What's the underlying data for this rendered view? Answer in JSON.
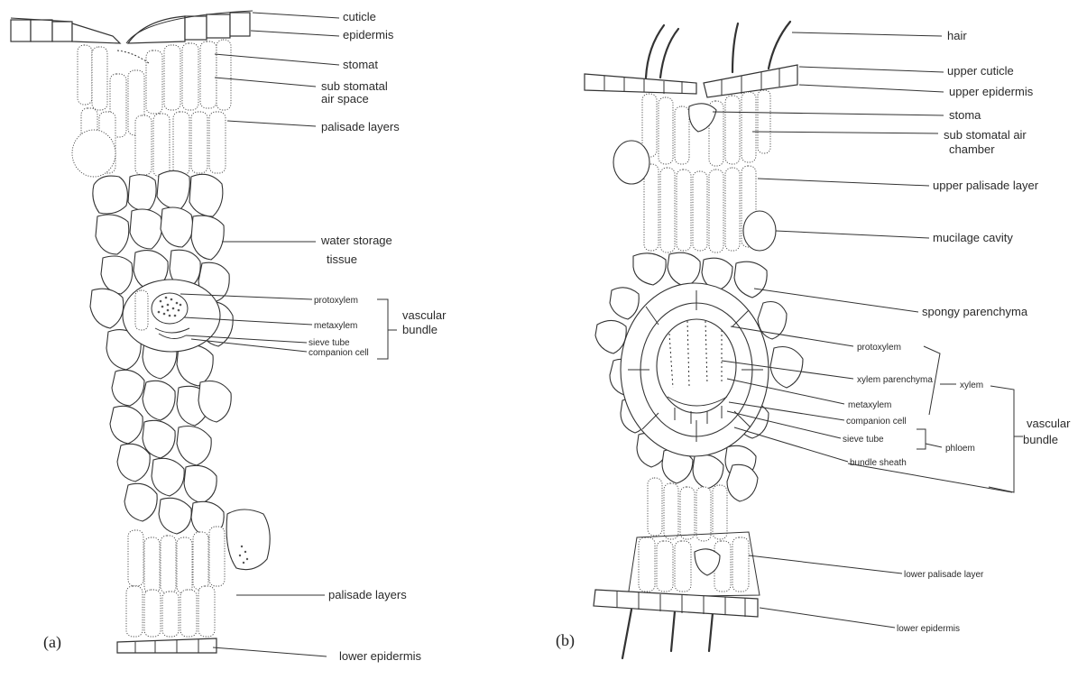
{
  "panels": [
    {
      "id": "a",
      "letter": "(a)",
      "labels": {
        "cuticle": "cuticle",
        "epidermis": "epidermis",
        "stomat": "stomat",
        "sub_stomatal_1": "sub stomatal",
        "sub_stomatal_2": "air space",
        "palisade_upper": "palisade layers",
        "water_storage_1": "water storage",
        "water_storage_2": "tissue",
        "protoxylem": "protoxylem",
        "metaxylem": "metaxylem",
        "sieve_tube": "sieve tube",
        "companion_cell": "companion cell",
        "vascular_1": "vascular",
        "vascular_2": "bundle",
        "palisade_lower": "palisade layers",
        "lower_epidermis": "lower epidermis"
      }
    },
    {
      "id": "b",
      "letter": "(b)",
      "labels": {
        "hair": "hair",
        "upper_cuticle": "upper cuticle",
        "upper_epidermis": "upper epidermis",
        "stoma": "stoma",
        "sub_stomatal_1": "sub stomatal air",
        "sub_stomatal_2": "chamber",
        "upper_palisade": "upper palisade layer",
        "mucilage_cavity": "mucilage cavity",
        "spongy_parenchyma": "spongy parenchyma",
        "protoxylem": "protoxylem",
        "xylem_parenchyma": "xylem parenchyma",
        "metaxylem": "metaxylem",
        "xylem": "xylem",
        "companion_cell": "companion cell",
        "sieve_tube": "sieve tube",
        "phloem": "phloem",
        "bundle_sheath": "bundle sheath",
        "vascular_1": "vascular",
        "vascular_2": "bundle",
        "lower_palisade": "lower palisade layer",
        "lower_epidermis": "lower epidermis"
      }
    }
  ]
}
